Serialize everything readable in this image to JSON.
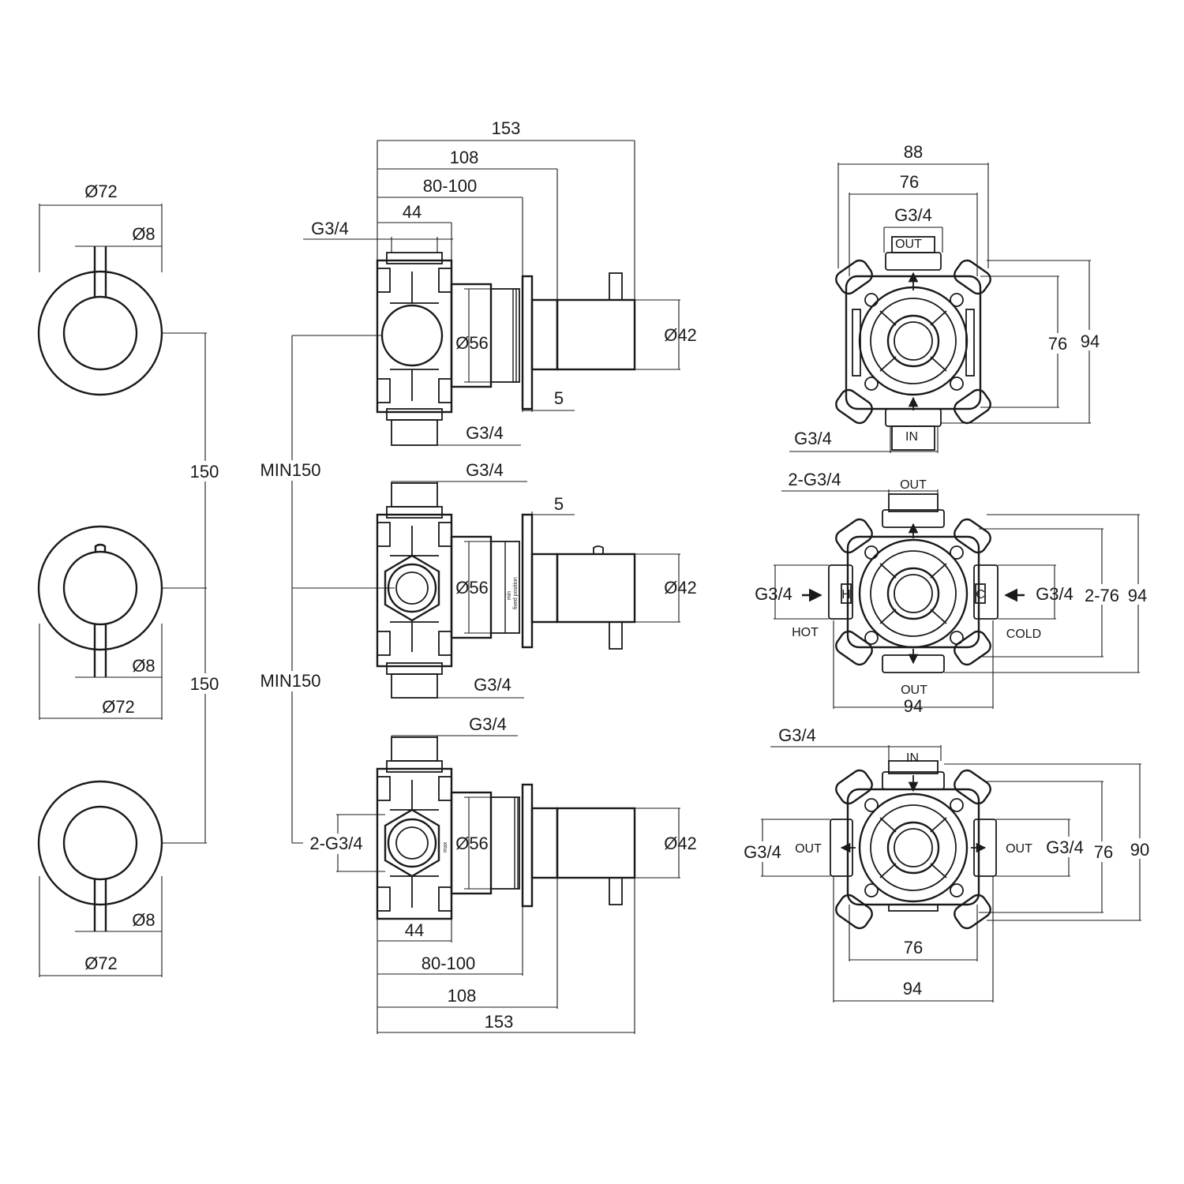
{
  "trim": {
    "top": {
      "dia_plate": "Ø72",
      "dia_lever": "Ø8"
    },
    "middle": {
      "dia_lever": "Ø8",
      "dia_plate": "Ø72"
    },
    "bottom": {
      "dia_lever": "Ø8",
      "dia_plate": "Ø72"
    },
    "spacing_upper": "150",
    "spacing_lower": "150"
  },
  "side": {
    "top": {
      "overall": "153",
      "to_plate": "108",
      "depth_range": "80-100",
      "body_width": "44",
      "thread_in": "G3/4",
      "thread_bottom": "G3/4",
      "dia_body": "Ø56",
      "dia_handle": "Ø42",
      "plate_thickness": "5"
    },
    "min_spacing_upper": "MIN150",
    "middle": {
      "thread_top": "G3/4",
      "plate_thickness": "5",
      "dia_body": "Ø56",
      "dia_handle": "Ø42",
      "thread_bottom": "G3/4",
      "depth_note_1": "min",
      "depth_note_2": "fixed position"
    },
    "min_spacing_lower": "MIN150",
    "bottom": {
      "thread_top": "G3/4",
      "thread_side": "2-G3/4",
      "dia_body": "Ø56",
      "dia_handle": "Ø42",
      "body_width": "44",
      "depth_range": "80-100",
      "to_plate": "108",
      "overall": "153",
      "depth_note": "max"
    }
  },
  "front": {
    "top": {
      "overall_w": "88",
      "inner_w": "76",
      "thread_out": "G3/4",
      "port_out": "OUT",
      "height_inner": "76",
      "height_outer": "94",
      "thread_in": "G3/4",
      "port_in": "IN"
    },
    "middle": {
      "thread_out": "2-G3/4",
      "port_out_top": "OUT",
      "thread_hot": "G3/4",
      "hot": "HOT",
      "h_mark": "H",
      "c_mark": "C",
      "thread_cold": "G3/4",
      "cold": "COLD",
      "height_inner": "2-76",
      "height_outer": "94",
      "port_out_bottom": "OUT",
      "width": "94"
    },
    "bottom": {
      "thread_in": "G3/4",
      "port_in": "IN",
      "thread_left": "G3/4",
      "port_left": "OUT",
      "port_right": "OUT",
      "thread_right": "G3/4",
      "height_inner": "76",
      "height_outer": "90",
      "inner_w": "76",
      "overall_w": "94"
    }
  }
}
